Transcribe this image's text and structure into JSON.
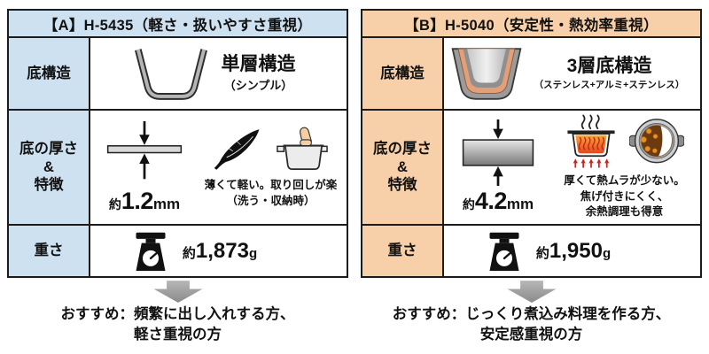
{
  "colors": {
    "accent_a": "#cde1f1",
    "accent_b": "#f7cfa8",
    "border": "#1c1c1c",
    "arrow_gray": "#9a9a9a",
    "heat_orange": "#e8581e",
    "aluminum_layer": "#e3a078"
  },
  "icons": [
    "single-layer-pot-icon",
    "triple-layer-pot-icon",
    "thickness-arrows-icon",
    "feather-icon",
    "hand-lifting-pot-icon",
    "heating-pot-icon",
    "curry-pot-icon",
    "kitchen-scale-icon",
    "down-arrow-icon"
  ],
  "columns": [
    {
      "header": "【A】H-5435（軽さ・扱いやすさ重視）",
      "structure": {
        "label": "底構造",
        "title": "単層構造",
        "subtitle": "（シンプル）"
      },
      "thickness": {
        "label_lines": [
          "底の厚さ",
          "&",
          "特徴"
        ],
        "approx": "約",
        "value": "1.2",
        "unit": "mm",
        "feature_lines": [
          "薄くて軽い。取り回しが楽",
          "（洗う・収納時）"
        ]
      },
      "weight": {
        "label": "重さ",
        "approx": "約",
        "value": "1,873",
        "unit": "g"
      },
      "recommend_lines": [
        "おすすめ：頻繁に出し入れする方、",
        "軽さ重視の方"
      ]
    },
    {
      "header": "【B】H-5040（安定性・熱効率重視）",
      "structure": {
        "label": "底構造",
        "title": "3層底構造",
        "subtitle": "（ステンレス+アルミ+ステンレス）"
      },
      "thickness": {
        "label_lines": [
          "底の厚さ",
          "&",
          "特徴"
        ],
        "approx": "約",
        "value": "4.2",
        "unit": "mm",
        "feature_lines": [
          "厚くて熱ムラが少ない。",
          "焦げ付きにくく、",
          "余熱調理も得意"
        ]
      },
      "weight": {
        "label": "重さ",
        "approx": "約",
        "value": "1,950",
        "unit": "g"
      },
      "recommend_lines": [
        "おすすめ：じっくり煮込み料理を作る方、",
        "安定感重視の方"
      ]
    }
  ]
}
